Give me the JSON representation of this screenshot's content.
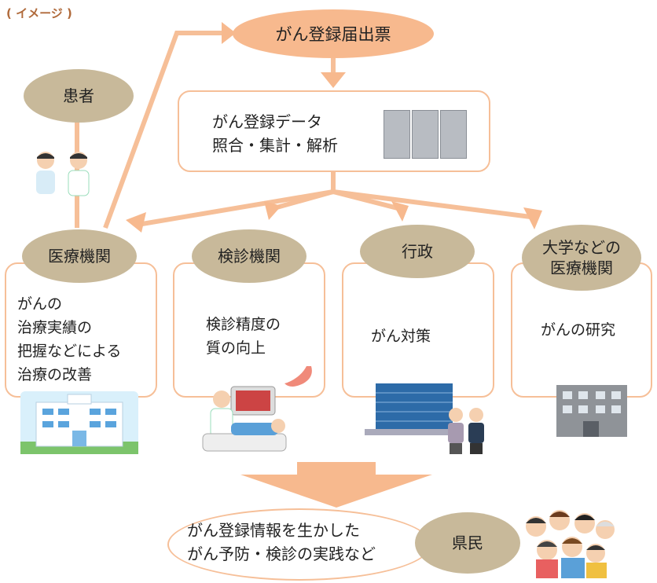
{
  "tag_label": "( イメージ )",
  "top": {
    "label": "がん登録届出票"
  },
  "center": {
    "text": "がん登録データ\n照合・集計・解析"
  },
  "patient": {
    "label": "患者"
  },
  "orgs": [
    {
      "label": "医療機関",
      "text": "がんの\n治療実績の\n把握などによる\n治療の改善"
    },
    {
      "label": "検診機関",
      "text": "検診精度の\n質の向上"
    },
    {
      "label": "行政",
      "text": "がん対策"
    },
    {
      "label": "大学などの\n医療機関",
      "text": "がんの研究"
    }
  ],
  "bottom": {
    "text": "がん登録情報を生かした\nがん予防・検診の実践など",
    "citizen": "県民"
  },
  "colors": {
    "accent_orange": "#f7b98e",
    "line_orange": "#f6bf98",
    "brown_oval": "#c8b99a",
    "tag_text": "#b06a3b"
  },
  "icons": [
    "server-icon",
    "doctor-patient-icon",
    "hospital-icon",
    "endoscopy-icon",
    "stomach-icon",
    "government-building-icon",
    "officials-icon",
    "university-building-icon",
    "crowd-icon",
    "down-arrow-icon"
  ]
}
